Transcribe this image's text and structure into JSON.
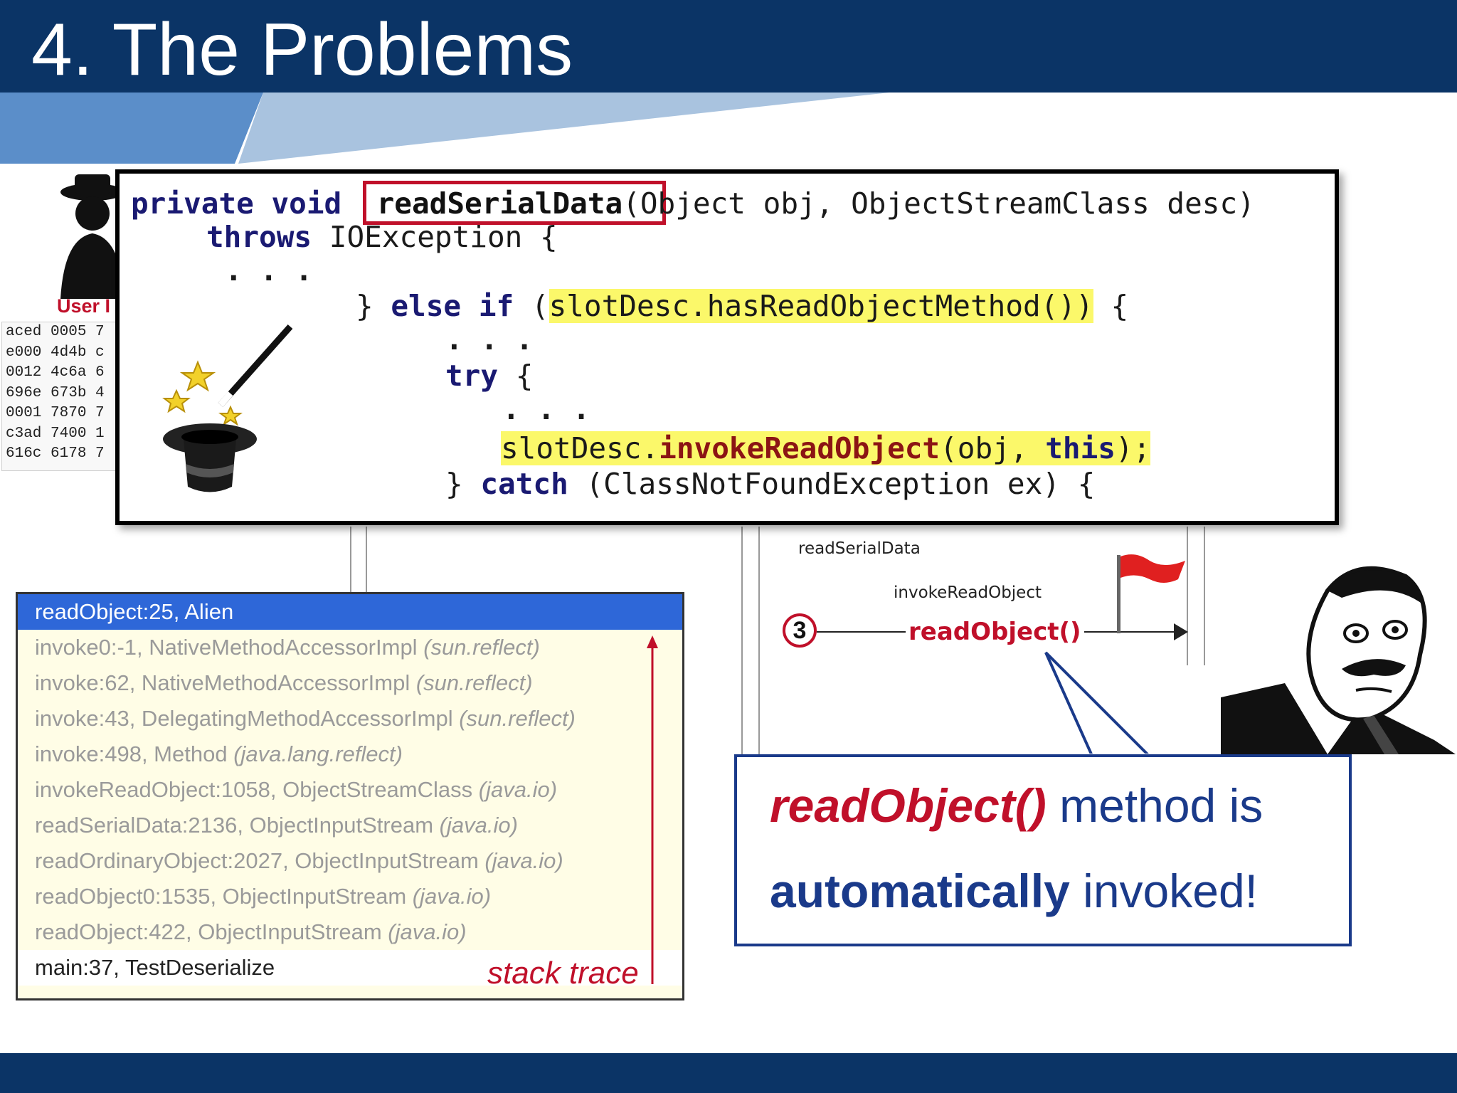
{
  "slide": {
    "title": "4. The Problems"
  },
  "background": {
    "user_label": "User I",
    "hex_lines": [
      "aced 0005 7",
      "e000 4d4b c",
      "0012 4c6a 6",
      "696e 673b 4",
      "0001 7870 7",
      "c3ad 7400 1",
      "616c 6178 7"
    ]
  },
  "code": {
    "line1_kw1": "private",
    "line1_kw2": "void",
    "line1_method": "readSerialData",
    "line1_rest": "Object obj, ObjectStreamClass desc)",
    "line2_kw": "throws",
    "line2_rest": "IOException {",
    "line3": ". . .",
    "line4_pre": "} ",
    "line4_kw1": "else",
    "line4_kw2": "if",
    "line4_paren": "(",
    "line4_hl": "slotDesc.hasReadObjectMethod())",
    "line4_end": " {",
    "line5": ". . .",
    "line6_kw": "try",
    "line6_rest": " {",
    "line7": ". . .",
    "line8_pre": "slotDesc.",
    "line8_method": "invokeReadObject",
    "line8_args": "(obj, ",
    "line8_this": "this",
    "line8_end": ");",
    "line9_pre": "} ",
    "line9_kw": "catch",
    "line9_rest": " (ClassNotFoundException ex) {"
  },
  "diagram": {
    "read_serial_data": "readSerialData",
    "invoke_read_object": "invokeReadObject",
    "step_number": "3",
    "read_object_call": "readObject()"
  },
  "stack_trace": {
    "label": "stack trace",
    "rows": [
      {
        "method": "readObject:25, Alien",
        "pkg": ""
      },
      {
        "method": "invoke0:-1, NativeMethodAccessorImpl ",
        "pkg": "(sun.reflect)"
      },
      {
        "method": "invoke:62, NativeMethodAccessorImpl ",
        "pkg": "(sun.reflect)"
      },
      {
        "method": "invoke:43, DelegatingMethodAccessorImpl ",
        "pkg": "(sun.reflect)"
      },
      {
        "method": "invoke:498, Method ",
        "pkg": "(java.lang.reflect)"
      },
      {
        "method": "invokeReadObject:1058, ObjectStreamClass ",
        "pkg": "(java.io)"
      },
      {
        "method": "readSerialData:2136, ObjectInputStream ",
        "pkg": "(java.io)"
      },
      {
        "method": "readOrdinaryObject:2027, ObjectInputStream ",
        "pkg": "(java.io)"
      },
      {
        "method": "readObject0:1535, ObjectInputStream ",
        "pkg": "(java.io)"
      },
      {
        "method": "readObject:422, ObjectInputStream ",
        "pkg": "(java.io)"
      },
      {
        "method": "main:37, TestDeserialize",
        "pkg": ""
      }
    ]
  },
  "callout": {
    "part1_red": "readObject()",
    "part1_rest": " method is",
    "part2_bold": "automatically",
    "part2_rest": " invoked!"
  },
  "colors": {
    "header_bg": "#0b3466",
    "accent_red": "#c0102a",
    "selected_row": "#2e67d8",
    "highlight": "#fbf86a"
  }
}
